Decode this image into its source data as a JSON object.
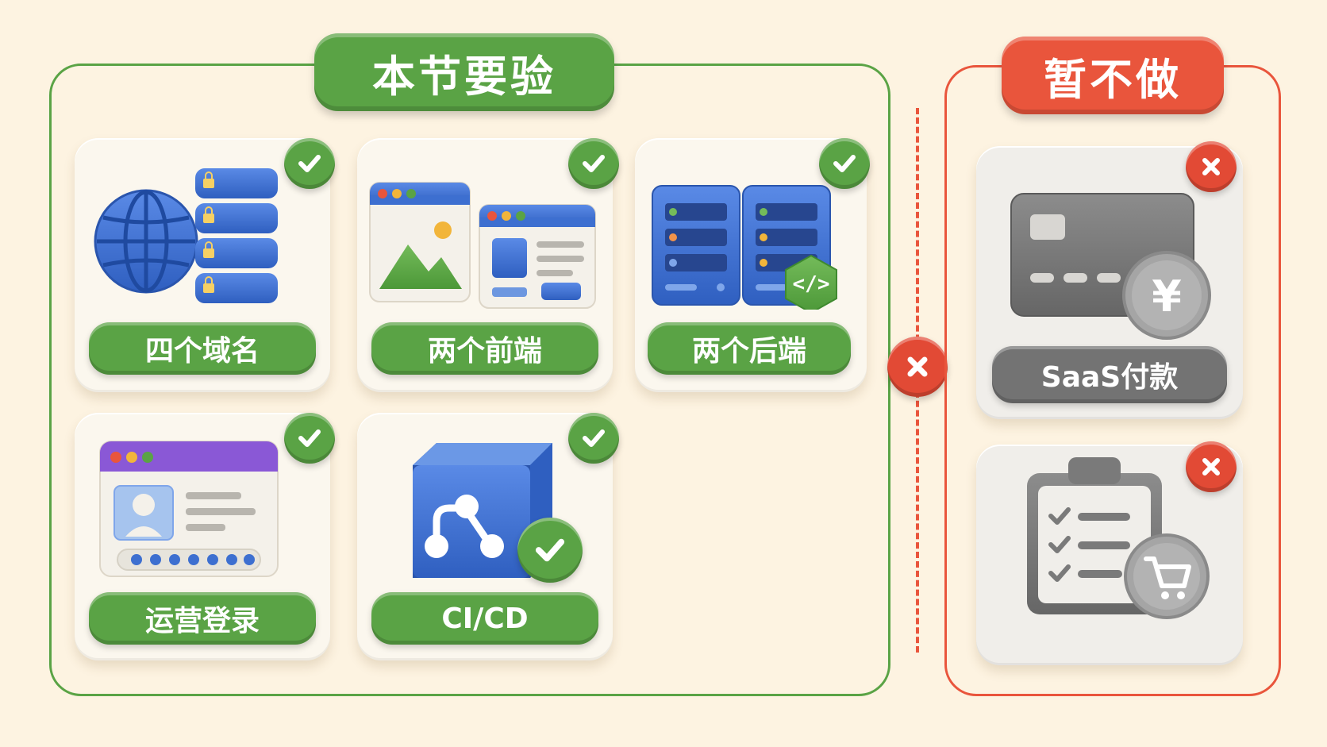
{
  "in_scope": {
    "title": "本节要验",
    "items": [
      {
        "label": "四个域名",
        "icon": "globe-domains-icon"
      },
      {
        "label": "两个前端",
        "icon": "browser-windows-icon"
      },
      {
        "label": "两个后端",
        "icon": "servers-code-icon"
      },
      {
        "label": "运营登录",
        "icon": "login-profile-icon"
      },
      {
        "label": "CI/CD",
        "icon": "pipeline-cube-icon"
      }
    ]
  },
  "out_scope": {
    "title": "暂不做",
    "items": [
      {
        "label": "SaaS付款",
        "icon": "credit-card-yen-icon"
      },
      {
        "label": "",
        "icon": "clipboard-cart-icon"
      }
    ]
  },
  "colors": {
    "background": "#fdf3e1",
    "green": "#5aa345",
    "red": "#e9553c",
    "blue": "#3d6fd0",
    "grey": "#737373",
    "purple": "#8a58d6"
  }
}
